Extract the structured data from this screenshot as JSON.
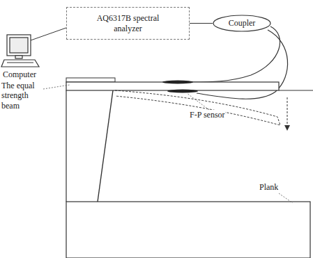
{
  "diagram": {
    "nodes": [
      {
        "text": [
          "AQ6317B spectral analyzer"
        ]
      },
      {
        "text": [
          "Coupler"
        ]
      }
    ],
    "edges": [
      {
        "from": 0,
        "to": 1,
        "arrow": "none"
      }
    ],
    "labels": [
      "Computer",
      "The equal strength beam",
      "F-P sensor",
      "Plank"
    ]
  }
}
